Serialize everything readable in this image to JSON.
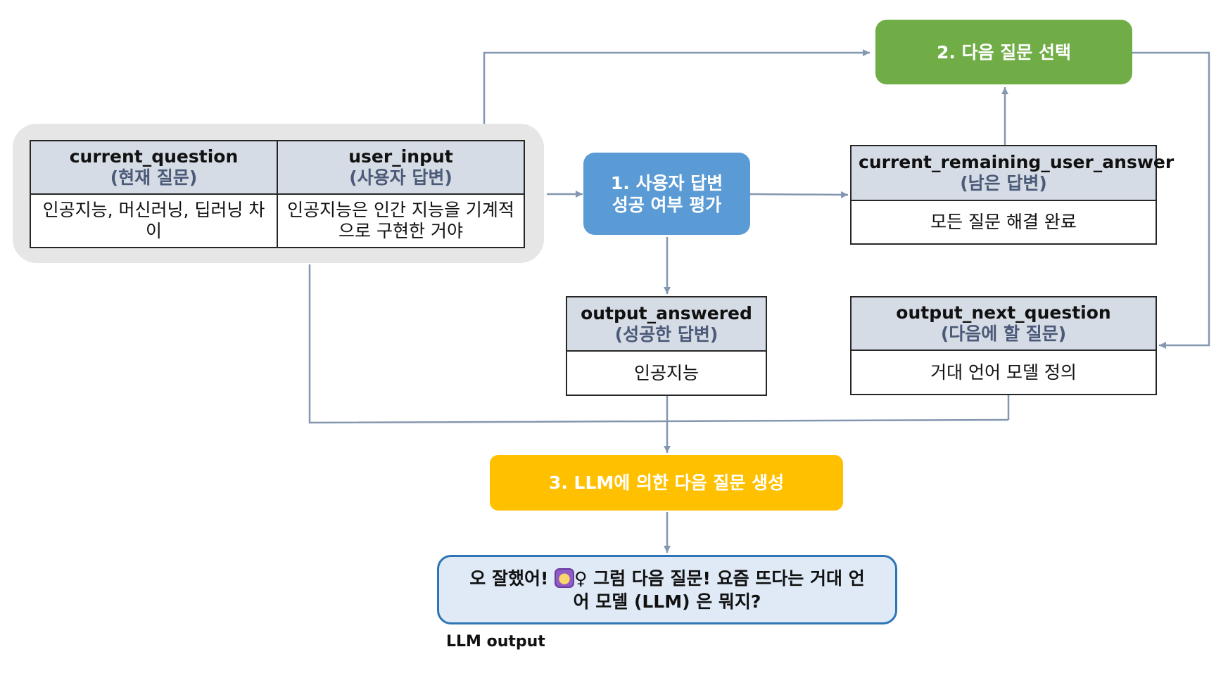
{
  "input_table": {
    "headers": [
      {
        "var": "current_question",
        "kr": "(현재 질문)"
      },
      {
        "var": "user_input",
        "kr": "(사용자 답변)"
      }
    ],
    "values": [
      "인공지능, 머신러닝, 딥러닝 차이",
      "인공지능은 인간 지능을 기계적으로 구현한 거야"
    ]
  },
  "steps": {
    "evaluate": {
      "line1": "1. 사용자 답변",
      "line2": "성공 여부 평가"
    },
    "next_select": {
      "label": "2. 다음 질문 선택"
    },
    "generate": {
      "label": "3. LLM에 의한 다음 질문 생성"
    }
  },
  "remaining": {
    "var": "current_remaining_user_answer",
    "kr": "(남은 답변)",
    "value": "모든 질문 해결 완료"
  },
  "answered": {
    "var": "output_answered",
    "kr": "(성공한 답변)",
    "value": "인공지능"
  },
  "next_question": {
    "var": "output_next_question",
    "kr": "(다음에 할 질문)",
    "value": "거대 언어 모델 정의"
  },
  "llm_output": {
    "text_before": "오 잘했어!",
    "emoji_icon": "person-emoji-icon",
    "text_after": "♀ 그럼 다음 질문! 요즘 뜨다는 거대 언",
    "text_line2": "어 모델 (LLM) 은 뭐지?",
    "caption": "LLM output"
  },
  "colors": {
    "connector": "#8497b0",
    "step1": "#5b9bd5",
    "step2": "#70ad47",
    "step3": "#ffc000",
    "header_fill": "#d6dce5",
    "bubble_fill": "#dfeaf6",
    "bubble_border": "#2e75b6"
  }
}
